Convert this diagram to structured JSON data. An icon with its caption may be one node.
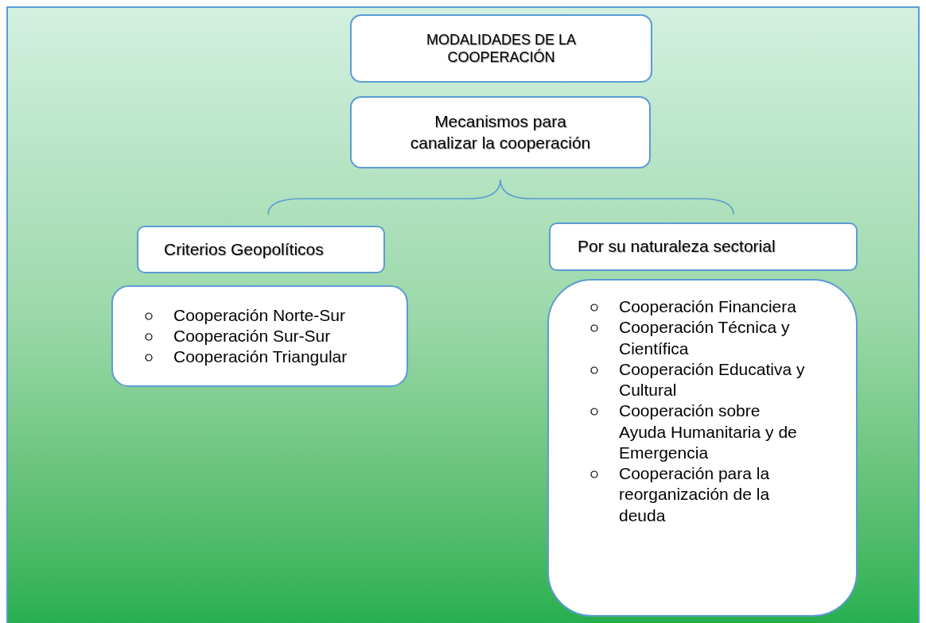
{
  "diagram": {
    "nodes": [
      {
        "text": [
          "MODALIDADES DE LA COOPERACIÓN"
        ]
      },
      {
        "text": [
          "Mecanismos para canalizar la cooperación"
        ]
      },
      {
        "text": [
          "Criterios Geopolíticos"
        ]
      },
      {
        "text": [
          "Por su naturaleza sectorial"
        ]
      },
      {
        "text": [
          "Cooperación Norte-Sur",
          "Cooperación Sur-Sur",
          "Cooperación Triangular"
        ]
      },
      {
        "text": [
          "Cooperación Financiera",
          "Cooperación Técnica y Científica",
          "Cooperación Educativa y Cultural",
          "Cooperación sobre Ayuda Humanitaria y de Emergencia",
          "Cooperación para la reorganización de la deuda"
        ]
      }
    ]
  }
}
